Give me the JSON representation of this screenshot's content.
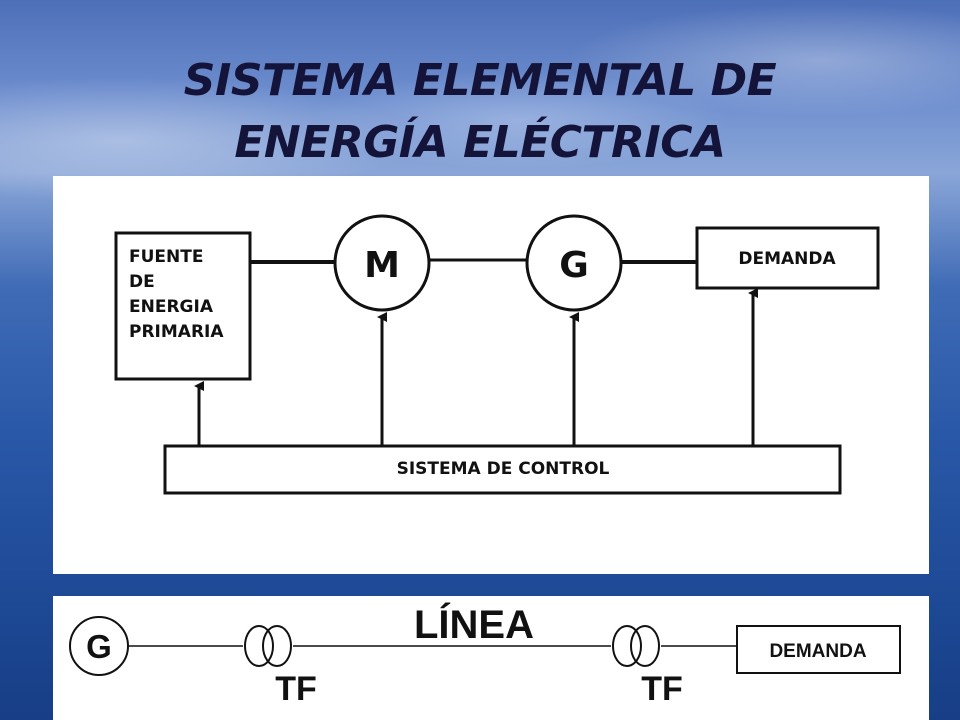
{
  "title": {
    "line1": "SISTEMA ELEMENTAL DE",
    "line2": "ENERGÍA ELÉCTRICA"
  },
  "block_diagram": {
    "fuente_lines": [
      "FUENTE",
      "DE",
      "ENERGIA",
      "PRIMARIA"
    ],
    "motor_label": "M",
    "generator_label": "G",
    "demanda_label": "DEMANDA",
    "control_label": "SISTEMA DE CONTROL"
  },
  "line_diagram": {
    "generator_label": "G",
    "line_label": "LÍNEA",
    "transformer_left_label": "TF",
    "transformer_right_label": "TF",
    "demanda_label": "DEMANDA"
  }
}
